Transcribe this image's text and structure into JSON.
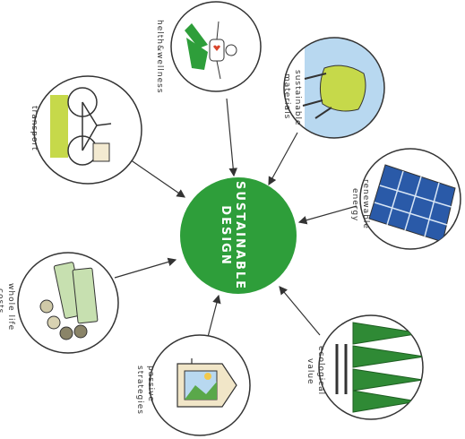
{
  "center": {
    "line1": "SUSTAINABLE",
    "line2": "DESIGN",
    "color": "#2e9e3a"
  },
  "nodes": {
    "health": {
      "label": "helth&wellness"
    },
    "materials": {
      "line1": "sustainable",
      "line2": "materials"
    },
    "energy": {
      "line1": "renewable",
      "line2": "energy"
    },
    "ecological": {
      "line1": "ecological",
      "line2": "value"
    },
    "passive": {
      "line1": "passive",
      "line2": "strategies"
    },
    "costs": {
      "line1": "whole life",
      "line2": "costs"
    },
    "transport": {
      "label": "transport"
    }
  },
  "colors": {
    "accent_green": "#2e9e3a",
    "lime": "#c6d94a",
    "solar_blue": "#2a5aa8",
    "sky_blue": "#b8d8f0",
    "forest_green": "#2f8a35",
    "bill_green": "#c7e0b0"
  },
  "icons": [
    "person-icon",
    "chair-icon",
    "solar-panel-icon",
    "trees-icon",
    "house-icon",
    "money-icon",
    "bicycle-icon"
  ]
}
